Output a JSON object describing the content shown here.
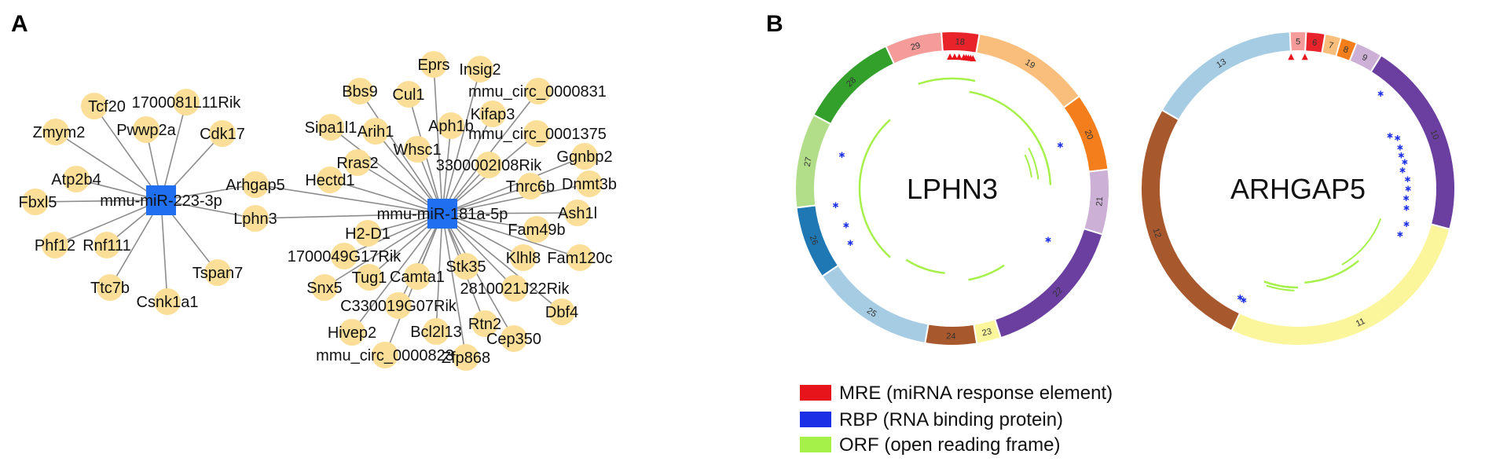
{
  "panels": {
    "a": "A",
    "b": "B"
  },
  "network": {
    "hubs": [
      {
        "id": "mir223",
        "label": "mmu-miR-223-3p"
      },
      {
        "id": "mir181",
        "label": "mmu-miR-181a-5p"
      }
    ],
    "genes": [
      {
        "label": "Tcf20",
        "hub": "mir223"
      },
      {
        "label": "1700081L11Rik",
        "hub": "mir223"
      },
      {
        "label": "Zmym2",
        "hub": "mir223"
      },
      {
        "label": "Pwwp2a",
        "hub": "mir223"
      },
      {
        "label": "Cdk17",
        "hub": "mir223"
      },
      {
        "label": "Atp2b4",
        "hub": "mir223"
      },
      {
        "label": "Fbxl5",
        "hub": "mir223"
      },
      {
        "label": "Phf12",
        "hub": "mir223"
      },
      {
        "label": "Rnf111",
        "hub": "mir223"
      },
      {
        "label": "Ttc7b",
        "hub": "mir223"
      },
      {
        "label": "Csnk1a1",
        "hub": "mir223"
      },
      {
        "label": "Tspan7",
        "hub": "mir223"
      },
      {
        "label": "Arhgap5",
        "hub": "both"
      },
      {
        "label": "Lphn3",
        "hub": "both"
      },
      {
        "label": "Eprs",
        "hub": "mir181"
      },
      {
        "label": "Insig2",
        "hub": "mir181"
      },
      {
        "label": "Bbs9",
        "hub": "mir181"
      },
      {
        "label": "Cul1",
        "hub": "mir181"
      },
      {
        "label": "mmu_circ_0000831",
        "hub": "mir181"
      },
      {
        "label": "Kifap3",
        "hub": "mir181"
      },
      {
        "label": "Sipa1l1",
        "hub": "mir181"
      },
      {
        "label": "Arih1",
        "hub": "mir181"
      },
      {
        "label": "Aph1b",
        "hub": "mir181"
      },
      {
        "label": "mmu_circ_0001375",
        "hub": "mir181"
      },
      {
        "label": "Whsc1",
        "hub": "mir181"
      },
      {
        "label": "Ggnbp2",
        "hub": "mir181"
      },
      {
        "label": "Rras2",
        "hub": "mir181"
      },
      {
        "label": "3300002I08Rik",
        "hub": "mir181"
      },
      {
        "label": "Hectd1",
        "hub": "mir181"
      },
      {
        "label": "Tnrc6b",
        "hub": "mir181"
      },
      {
        "label": "Dnmt3b",
        "hub": "mir181"
      },
      {
        "label": "Ash1l",
        "hub": "mir181"
      },
      {
        "label": "Fam49b",
        "hub": "mir181"
      },
      {
        "label": "H2-D1",
        "hub": "mir181"
      },
      {
        "label": "1700049G17Rik",
        "hub": "mir181"
      },
      {
        "label": "Klhl8",
        "hub": "mir181"
      },
      {
        "label": "Fam120c",
        "hub": "mir181"
      },
      {
        "label": "Stk35",
        "hub": "mir181"
      },
      {
        "label": "Snx5",
        "hub": "mir181"
      },
      {
        "label": "Tug1",
        "hub": "mir181"
      },
      {
        "label": "Camta1",
        "hub": "mir181"
      },
      {
        "label": "2810021J22Rik",
        "hub": "mir181"
      },
      {
        "label": "C330019G07Rik",
        "hub": "mir181"
      },
      {
        "label": "Dbf4",
        "hub": "mir181"
      },
      {
        "label": "Hivep2",
        "hub": "mir181"
      },
      {
        "label": "Rtn2",
        "hub": "mir181"
      },
      {
        "label": "Bcl2l13",
        "hub": "mir181"
      },
      {
        "label": "Cep350",
        "hub": "mir181"
      },
      {
        "label": "mmu_circ_0000823",
        "hub": "mir181"
      },
      {
        "label": "Zfp868",
        "hub": "mir181"
      }
    ]
  },
  "circles": [
    {
      "title": "LPHN3",
      "segments": [
        {
          "label": "18",
          "color": "#e8232a"
        },
        {
          "label": "19",
          "color": "#f9be7b"
        },
        {
          "label": "20",
          "color": "#f47e1b"
        },
        {
          "label": "21",
          "color": "#cdb0d6"
        },
        {
          "label": "22",
          "color": "#6a3fa0"
        },
        {
          "label": "23",
          "color": "#fbf59c"
        },
        {
          "label": "24",
          "color": "#a8582d"
        },
        {
          "label": "25",
          "color": "#a6cce4"
        },
        {
          "label": "26",
          "color": "#1f78b4"
        },
        {
          "label": "27",
          "color": "#b2de8a"
        },
        {
          "label": "28",
          "color": "#33a02c"
        },
        {
          "label": "29",
          "color": "#f59c9a"
        }
      ]
    },
    {
      "title": "ARHGAP5",
      "segments": [
        {
          "label": "5",
          "color": "#f59c9a"
        },
        {
          "label": "6",
          "color": "#e8232a"
        },
        {
          "label": "7",
          "color": "#f9be7b"
        },
        {
          "label": "8",
          "color": "#f47e1b"
        },
        {
          "label": "9",
          "color": "#cdb0d6"
        },
        {
          "label": "10",
          "color": "#6a3fa0"
        },
        {
          "label": "11",
          "color": "#fbf59c"
        },
        {
          "label": "12",
          "color": "#a8582d"
        },
        {
          "label": "13",
          "color": "#a6cce4"
        }
      ]
    }
  ],
  "legend": [
    {
      "label": "MRE (miRNA response element)",
      "color": "#e8141b"
    },
    {
      "label": "RBP (RNA binding protein)",
      "color": "#1a2fe6"
    },
    {
      "label": "ORF (open reading frame)",
      "color": "#a6f04a"
    }
  ],
  "colors": {
    "hub": "#1f6ff0",
    "gene_node": "#fbde98",
    "edge": "#8c8c8c",
    "mre": "#e8141b",
    "rbp": "#1a2fe6",
    "orf": "#a6f04a"
  }
}
